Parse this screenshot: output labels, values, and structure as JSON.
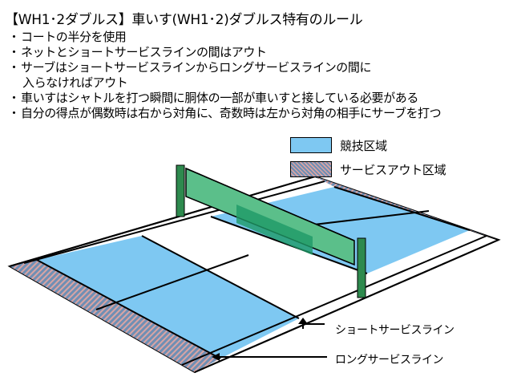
{
  "title": "【WH1･2ダブルス】車いす(WH1･2)ダブルス特有のルール",
  "rules": [
    {
      "text": "コートの半分を使用"
    },
    {
      "text": "ネットとショートサービスラインの間はアウト"
    },
    {
      "text": "サーブはショートサービスラインからロングサービスラインの間に",
      "continuation": "入らなければアウト"
    },
    {
      "text": "車いすはシャトルを打つ瞬間に胴体の一部が車いすと接している必要がある"
    },
    {
      "text": "自分の得点が偶数時は右から対角に、奇数時は左から対角の相手にサーブを打つ"
    }
  ],
  "legend": {
    "play_area": {
      "label": "競技区域",
      "color": "#7ec8f2"
    },
    "out_area": {
      "label": "サービスアウト区域",
      "colors": [
        "#6f8fb4",
        "#d9a4a4"
      ]
    }
  },
  "callouts": {
    "short_service_line": "ショートサービスライン",
    "long_service_line": "ロングサービスライン"
  },
  "colors": {
    "net": "#5bbf8a",
    "net_dark": "#1e9a66",
    "post": "#2e8a4e",
    "line": "#000000",
    "court_white": "#ffffff"
  }
}
